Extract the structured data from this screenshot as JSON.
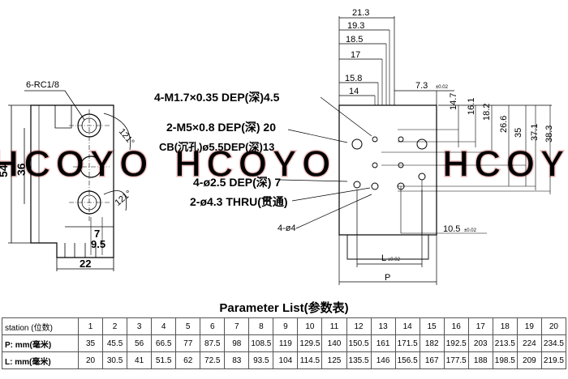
{
  "watermark": "HCOYO",
  "side_view": {
    "port_label": "6-RC1/8",
    "angle": "121°",
    "dims": {
      "height": "54",
      "inner": "36",
      "d7": "7",
      "d95": "9.5",
      "width": "22"
    }
  },
  "front_view": {
    "top_dims": [
      "21.3",
      "19.3",
      "18.5",
      "17",
      "15.8",
      "14"
    ],
    "d73": "7.3",
    "tol": "±0.02",
    "right_dims": [
      "14.7",
      "16.1",
      "18.2",
      "26.6",
      "35",
      "37.1",
      "38.3"
    ],
    "d105": "10.5",
    "L": "L",
    "P": "P",
    "holes_label": "4-ø4"
  },
  "callouts": {
    "m17": "4-M1.7×0.35 DEP(深)4.5",
    "m5": "2-M5×0.8 DEP(深) 20",
    "cb": "CB(沉孔)ø5.5DEP(深)13",
    "d25": "4-ø2.5 DEP(深) 7",
    "d43": "2-ø4.3 THRU(贯通)"
  },
  "params": {
    "title": "Parameter List(参数表)",
    "station_label": "station (位数)",
    "p_label": "P: mm(毫米)",
    "l_label": "L: mm(毫米)",
    "stations": [
      "1",
      "2",
      "3",
      "4",
      "5",
      "6",
      "7",
      "8",
      "9",
      "10",
      "11",
      "12",
      "13",
      "14",
      "15",
      "16",
      "17",
      "18",
      "19",
      "20"
    ],
    "P": [
      "35",
      "45.5",
      "56",
      "66.5",
      "77",
      "87.5",
      "98",
      "108.5",
      "119",
      "129.5",
      "140",
      "150.5",
      "161",
      "171.5",
      "182",
      "192.5",
      "203",
      "213.5",
      "224",
      "234.5"
    ],
    "L": [
      "20",
      "30.5",
      "41",
      "51.5",
      "62",
      "72.5",
      "83",
      "93.5",
      "104",
      "114.5",
      "125",
      "135.5",
      "146",
      "156.5",
      "167",
      "177.5",
      "188",
      "198.5",
      "209",
      "219.5"
    ]
  }
}
